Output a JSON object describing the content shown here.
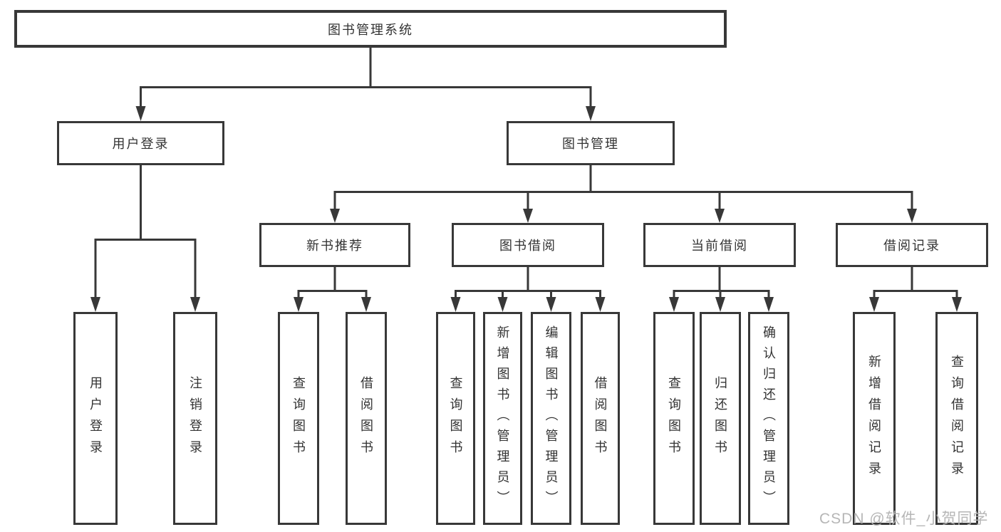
{
  "tree": {
    "root": {
      "label": "图书管理系统"
    },
    "branches": [
      {
        "label": "用户登录",
        "leaves": [
          {
            "label": "用户登录"
          },
          {
            "label": "注销登录"
          }
        ]
      },
      {
        "label": "图书管理",
        "children": [
          {
            "label": "新书推荐",
            "leaves": [
              {
                "label": "查询图书"
              },
              {
                "label": "借阅图书"
              }
            ]
          },
          {
            "label": "图书借阅",
            "leaves": [
              {
                "label": "查询图书"
              },
              {
                "label": "新增图书（管理员）"
              },
              {
                "label": "编辑图书（管理员）"
              },
              {
                "label": "借阅图书"
              }
            ]
          },
          {
            "label": "当前借阅",
            "leaves": [
              {
                "label": "查询图书"
              },
              {
                "label": "归还图书"
              },
              {
                "label": "确认归还（管理员）"
              }
            ]
          },
          {
            "label": "借阅记录",
            "leaves": [
              {
                "label": "新增借阅记录"
              },
              {
                "label": "查询借阅记录"
              }
            ]
          }
        ]
      }
    ]
  },
  "watermark": "CSDN @软件_小贺同学",
  "colors": {
    "line": "#383838",
    "text": "#333333",
    "box_background": "#ffffff",
    "watermark": "#b2b2b2",
    "page_background": "#ffffff"
  }
}
